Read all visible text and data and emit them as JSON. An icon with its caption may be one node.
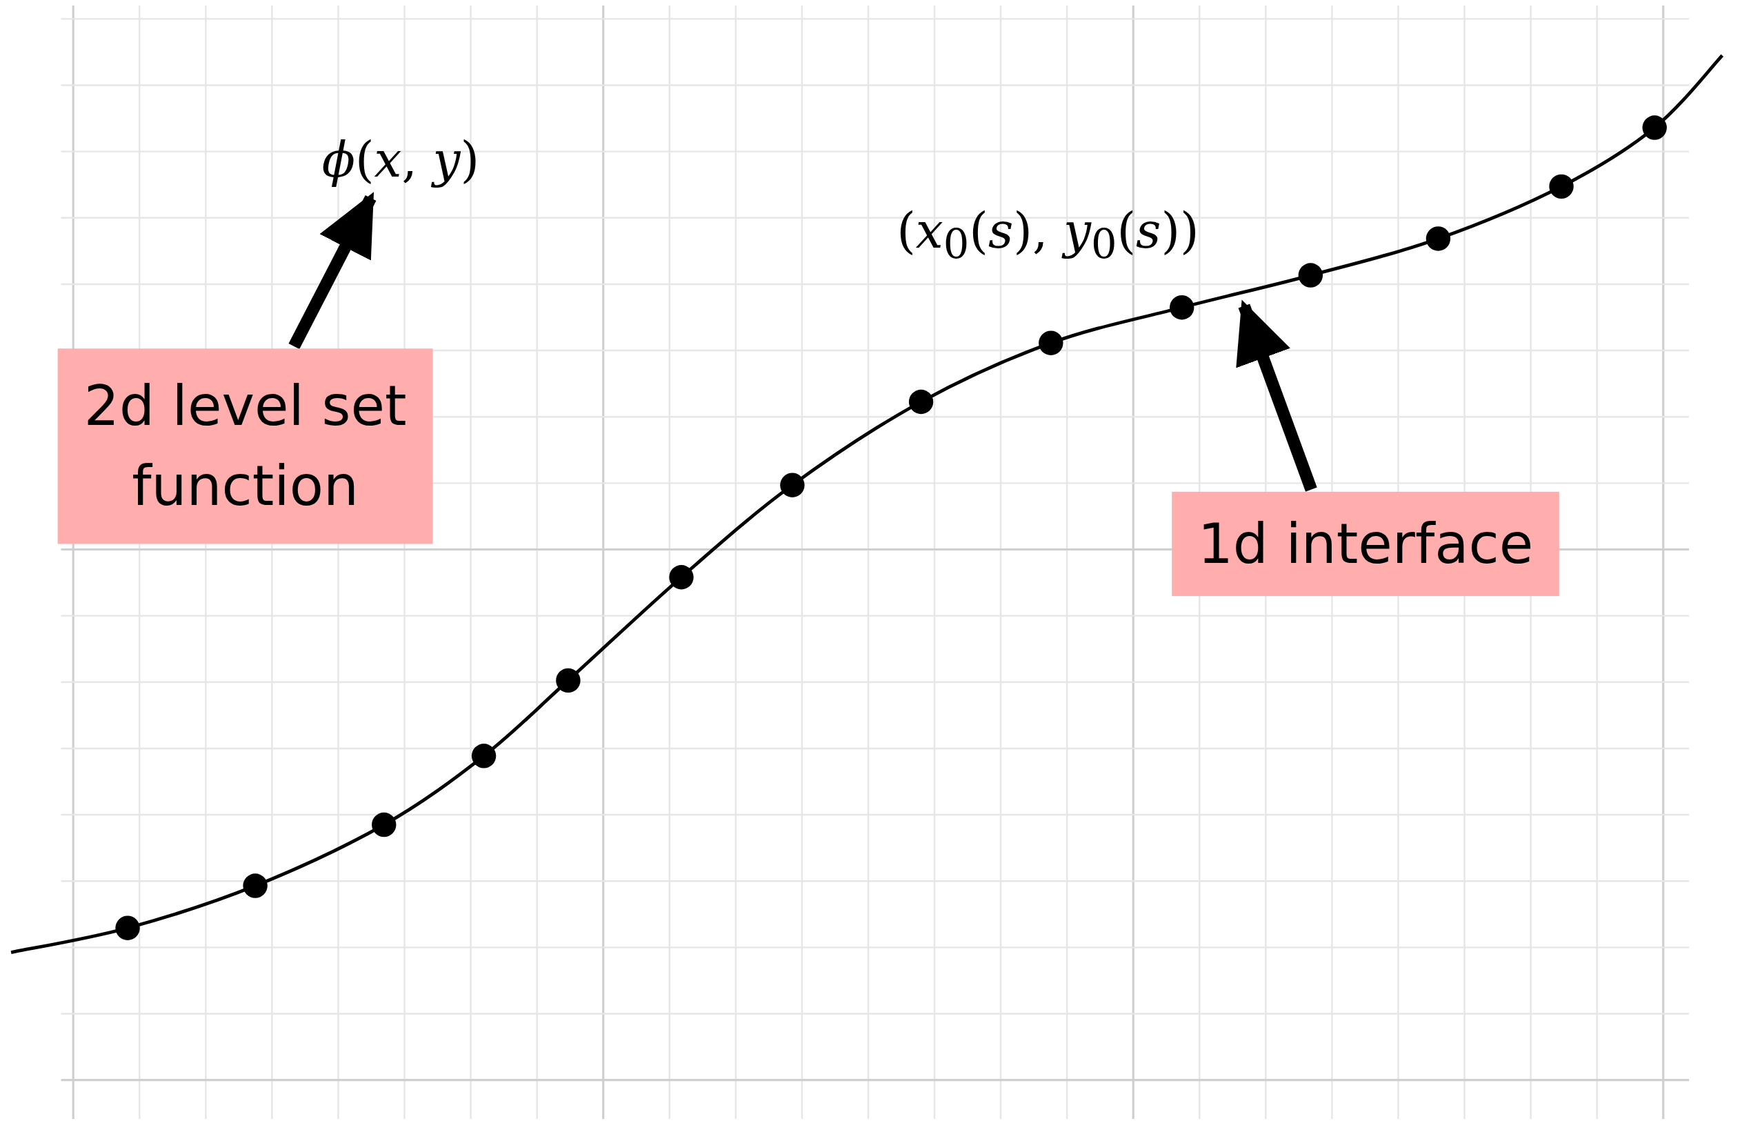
{
  "diagram": {
    "nodes": [
      {
        "text": [
          "2d level set function"
        ]
      },
      {
        "text": [
          "*ϕ*(*x*, *y*)"
        ]
      },
      {
        "text": [
          "1d interface"
        ]
      }
    ],
    "edges": [
      {
        "from": 0,
        "to": 1,
        "arrow": "to"
      },
      {
        "from": 2,
        "to": null,
        "arrow": "to"
      }
    ],
    "labels": [
      "(*x*$_{0}$(*s*), *y*$_{0}$(*s*))"
    ]
  }
}
